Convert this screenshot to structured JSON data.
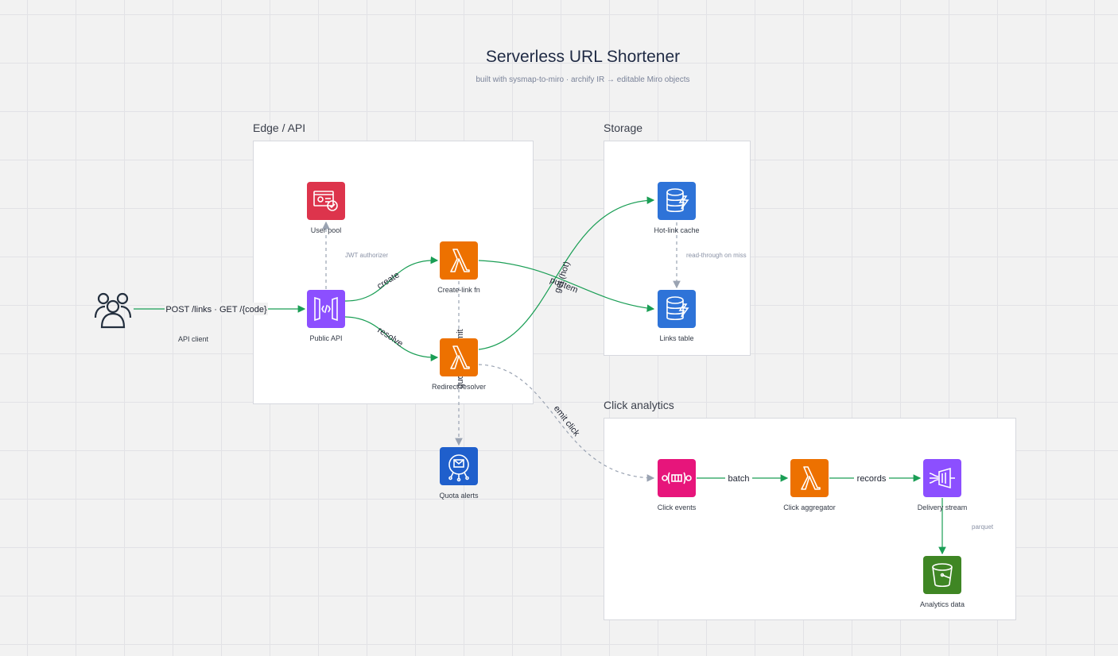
{
  "header": {
    "title": "Serverless URL Shortener",
    "subtitle": "built with sysmap-to-miro · archify IR → editable Miro objects"
  },
  "groups": {
    "edge": "Edge / API",
    "storage": "Storage",
    "analytics": "Click analytics"
  },
  "nodes": {
    "client": "API client",
    "user_pool": "User pool",
    "public_api": "Public API",
    "create_fn": "Create-link fn",
    "redirect": "Redirect resolver",
    "quota": "Quota alerts",
    "hot_cache": "Hot-link cache",
    "links_table": "Links table",
    "click_events": "Click events",
    "aggregator": "Click aggregator",
    "delivery": "Delivery stream",
    "analytics_data": "Analytics data"
  },
  "edges": {
    "post_links": "POST /links · GET /{code}",
    "jwt": "JWT authorizer",
    "create": "create",
    "resolve": "resolve",
    "get_hot": "get (hot)",
    "put_item": "putItem",
    "read_through": "read-through on miss",
    "quota_near": "quota near limit",
    "emit_click": "emit click",
    "batch": "batch",
    "records": "records",
    "parquet": "parquet"
  },
  "colors": {
    "edge_solid": "#1a9e55",
    "edge_dashed": "#9aa3b2",
    "security": "#dd344c",
    "compute": "#ed7100",
    "integration": "#e7157b",
    "database": "#2e73d8",
    "management": "#1f5fcc",
    "networking": "#8c4fff",
    "storage": "#3f8624"
  }
}
